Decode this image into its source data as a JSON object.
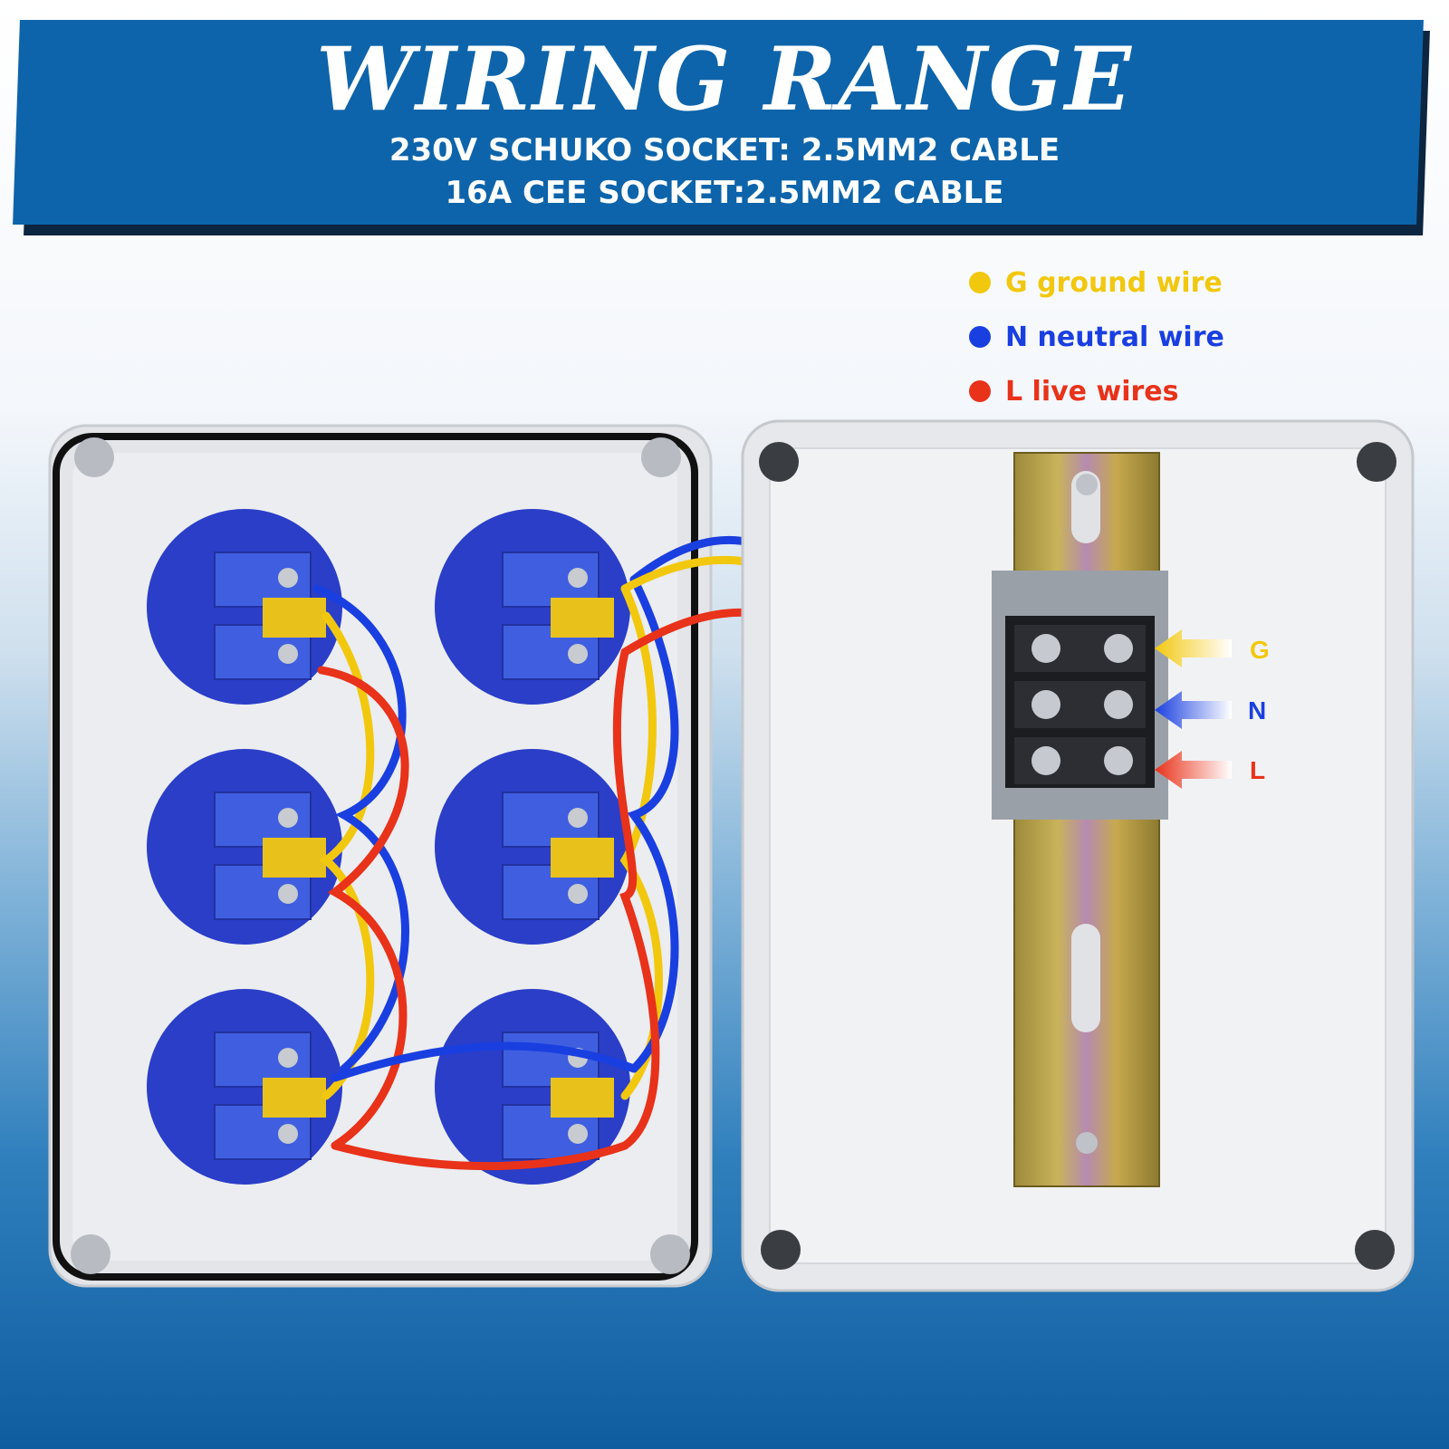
{
  "header": {
    "title": "WIRING RANGE",
    "line1": "230V SCHUKO SOCKET: 2.5MM2 CABLE",
    "line2": "16A CEE SOCKET:2.5MM2 CABLE"
  },
  "legend": {
    "items": [
      {
        "label": "G ground wire",
        "color": "#f2c80f"
      },
      {
        "label": "N neutral wire",
        "color": "#1a3fe0"
      },
      {
        "label": "L live wires",
        "color": "#e8321a"
      }
    ]
  },
  "terminal": {
    "labels": [
      {
        "text": "G",
        "color": "#f2c80f"
      },
      {
        "text": "N",
        "color": "#1a3fe0"
      },
      {
        "text": "L",
        "color": "#e8321a"
      }
    ]
  },
  "colors": {
    "banner": "#0d64aa",
    "socket": "#2a3ec8",
    "box": "#e6e8eb"
  }
}
